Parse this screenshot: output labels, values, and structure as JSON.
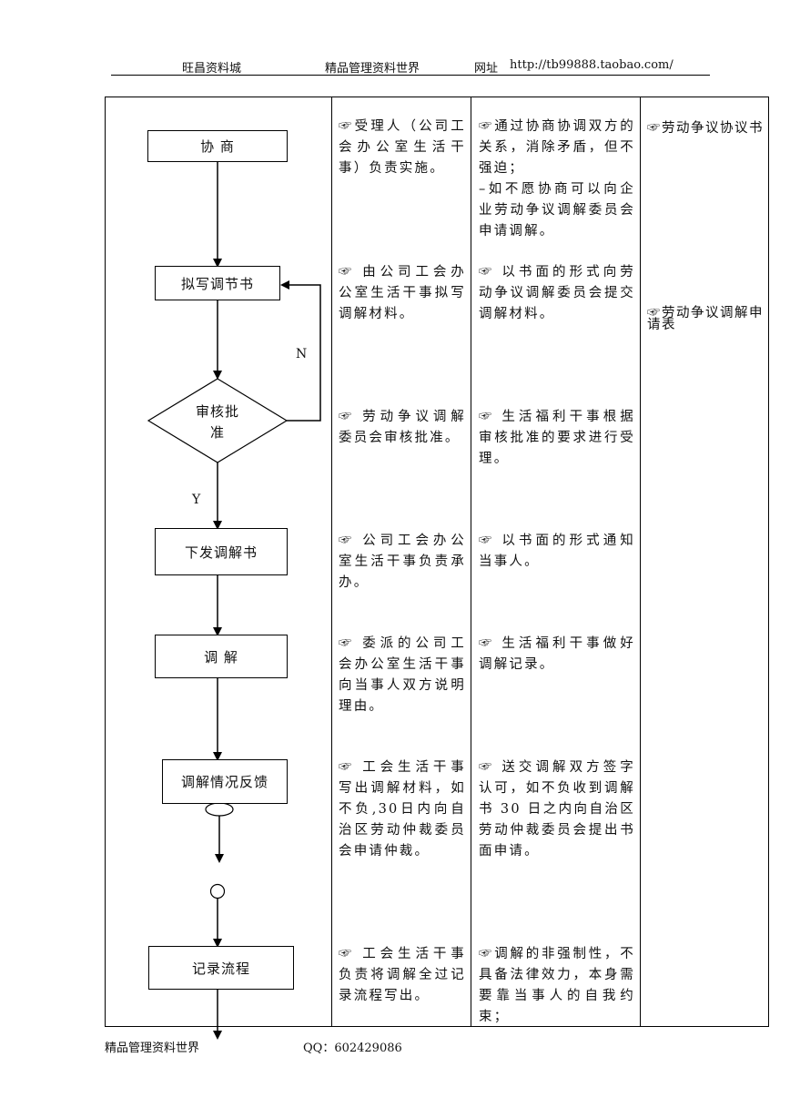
{
  "header": {
    "site": "旺昌资料城",
    "world": "精品管理资料世界",
    "url_label": "网址",
    "url": "http://tb99888.taobao.com/"
  },
  "flow": {
    "steps": [
      {
        "label": "协 商"
      },
      {
        "label": "拟写调节书"
      },
      {
        "label": "审核批准",
        "line1": "审核批",
        "line2": "准"
      },
      {
        "label": "下发调解书"
      },
      {
        "label": "调 解"
      },
      {
        "label": "调解情况反馈"
      },
      {
        "label": "记录流程"
      }
    ],
    "no_label": "N",
    "yes_label": "Y"
  },
  "rows": [
    {
      "responsible": "☞受理人（公司工会办公室生活干事）负责实施。",
      "description": "☞通过协商协调双方的关系，消除矛盾，但不强迫；\n–如不愿协商可以向企业劳动争议调解委员会申请调解。",
      "document": "☞劳动争议协议书"
    },
    {
      "responsible": "☞ 由公司工会办公室生活干事拟写调解材料。",
      "description": "☞ 以书面的形式向劳动争议调解委员会提交调解材料。",
      "document": "☞劳动争议调解申请表"
    },
    {
      "responsible": "☞ 劳动争议调解委员会审核批准。",
      "description": "☞ 生活福利干事根据审核批准的要求进行受理。"
    },
    {
      "responsible": "☞ 公司工会办公室生活干事负责承办。",
      "description": "☞ 以书面的形式通知当事人。"
    },
    {
      "responsible": "☞ 委派的公司工会办公室生活干事向当事人双方说明理由。",
      "description": "☞ 生活福利干事做好调解记录。"
    },
    {
      "responsible": "☞ 工会生活干事写出调解材料，如不负,30日内向自治区劳动仲裁委员会申请仲裁。",
      "description": "☞ 送交调解双方签字认可，如不负收到调解书 30 日之内向自治区劳动仲裁委员会提出书面申请。"
    },
    {
      "responsible": "☞ 工会生活干事负责将调解全过记录流程写出。",
      "description": "☞调解的非强制性，不具备法律效力，本身需要靠当事人的自我约束；"
    }
  ],
  "footer": {
    "world": "精品管理资料世界",
    "qq": "QQ：602429086"
  }
}
